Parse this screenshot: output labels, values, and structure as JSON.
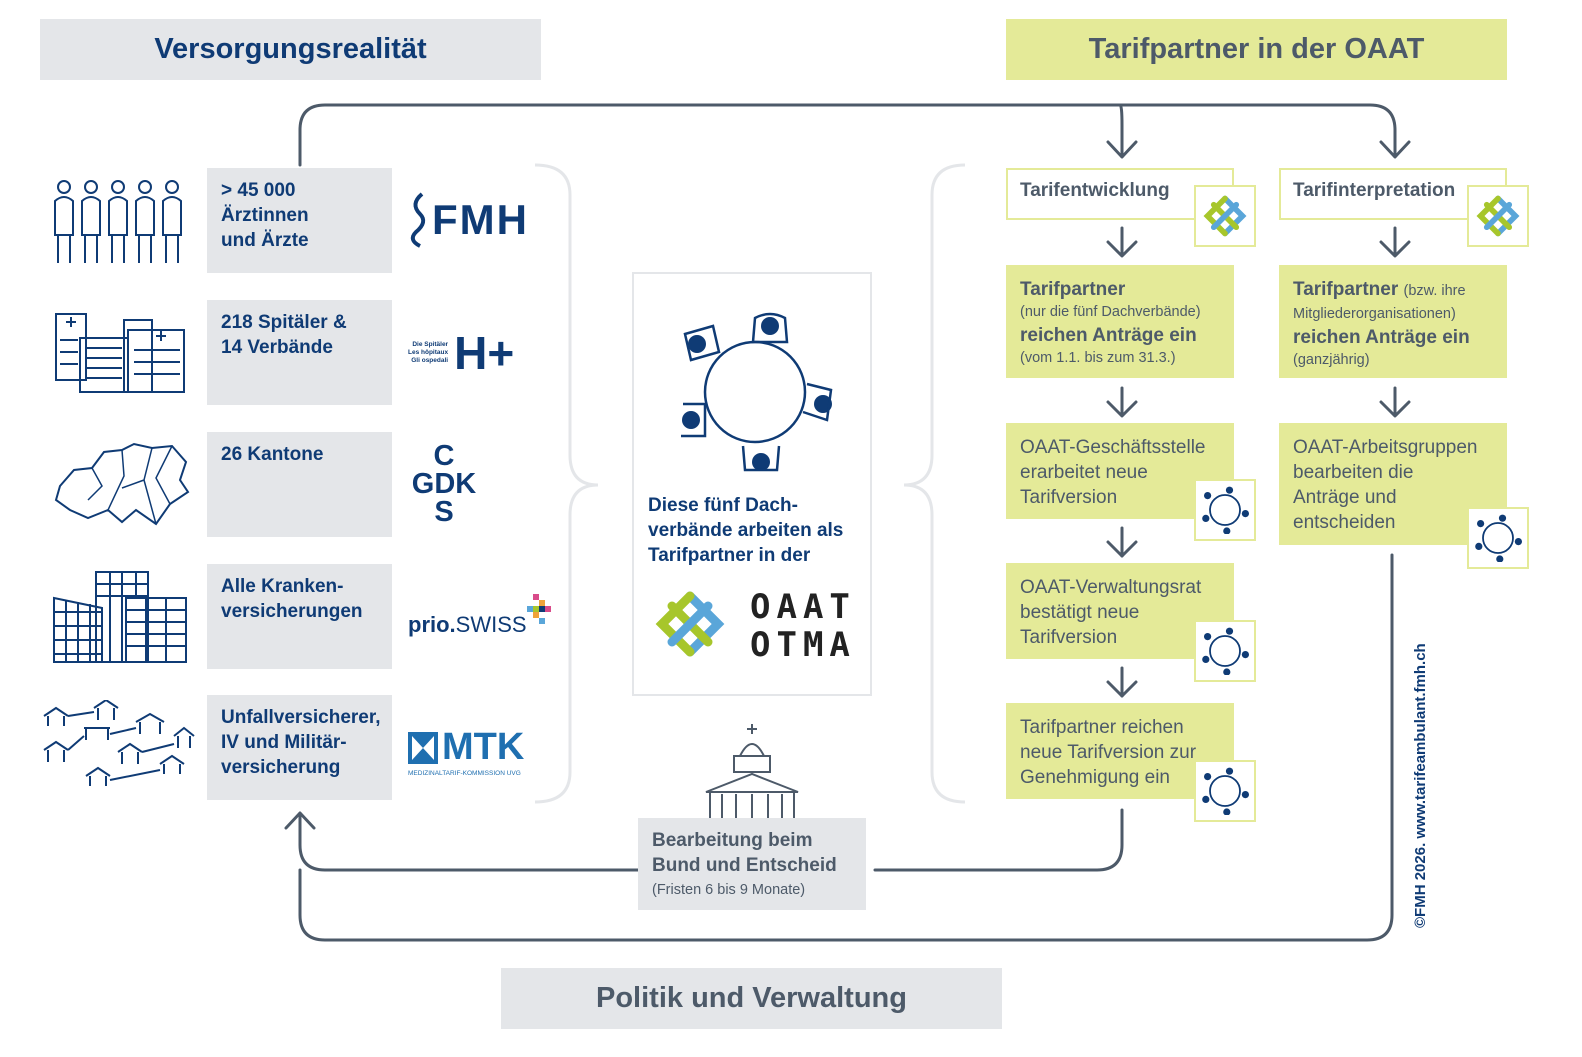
{
  "headers": {
    "left": "Versorgungsrealität",
    "right": "Tarifpartner in der OAAT",
    "bottom": "Politik und Verwaltung"
  },
  "providers": [
    {
      "lines": [
        "> 45 000",
        "Ärztinnen",
        "und Ärzte"
      ],
      "org_logo": "FMH",
      "icon": "doctors-icon"
    },
    {
      "lines": [
        "218 Spitäler &",
        "14 Verbände"
      ],
      "org_logo": "H+",
      "org_logo_small": [
        "Die Spitäler",
        "Les hôpitaux",
        "Gli ospedali"
      ],
      "icon": "hospitals-icon"
    },
    {
      "lines": [
        "26 Kantone"
      ],
      "org_logo": [
        "C",
        "GDK",
        "S"
      ],
      "icon": "switzerland-map-icon"
    },
    {
      "lines": [
        "Alle Kranken-",
        "versicherungen"
      ],
      "org_logo": [
        "prio.",
        "SWISS"
      ],
      "icon": "insurance-buildings-icon"
    },
    {
      "lines": [
        "Unfallversicherer,",
        "IV und Militär-",
        "versicherung"
      ],
      "org_logo": "MTK",
      "org_logo_small": "MEDIZINALTARIF-KOMMISSION UVG",
      "icon": "villages-icon"
    }
  ],
  "center": {
    "lines": [
      "Diese fünf Dach-",
      "verbände arbeiten als",
      "Tarifpartner in der"
    ],
    "logo_line1": "OAAT",
    "logo_line2": "OTMA"
  },
  "federal": {
    "title_lines": [
      "Bearbeitung beim",
      "Bund und Entscheid"
    ],
    "note": "(Fristen 6 bis 9 Monate)"
  },
  "tarif_dev": {
    "title": "Tarifentwicklung",
    "step1": {
      "bold1": "Tarifpartner",
      "small1": "(nur die fünf Dachverbände)",
      "bold2": "reichen Anträge ein",
      "small2": "(vom 1.1. bis zum 31.3.)"
    },
    "step2": [
      "OAAT-Geschäftsstelle",
      "erarbeitet neue",
      "Tarifversion"
    ],
    "step3": [
      "OAAT-Verwaltungsrat",
      "bestätigt neue",
      "Tarifversion"
    ],
    "step4": [
      "Tarifpartner reichen",
      "neue Tarifversion zur",
      "Genehmigung ein"
    ]
  },
  "tarif_int": {
    "title": "Tarifinterpretation",
    "step1": {
      "bold1": "Tarifpartner",
      "small1a": "(bzw. ihre",
      "small1b": "Mitgliederorganisationen)",
      "bold2": "reichen Anträge ein",
      "small2": "(ganzjährig)"
    },
    "step2": [
      "OAAT-Arbeitsgruppen",
      "bearbeiten die",
      "Anträge und",
      "entscheiden"
    ]
  },
  "copyright": "©FMH 2026. www.tarifeambulant.fmh.ch",
  "colors": {
    "navy": "#0f3b75",
    "yellow": "#e4ea98",
    "grey_box": "#e4e6e9",
    "arrow": "#4d5a69",
    "logo_green": "#a7c62b",
    "logo_blue": "#5aa6d9"
  }
}
